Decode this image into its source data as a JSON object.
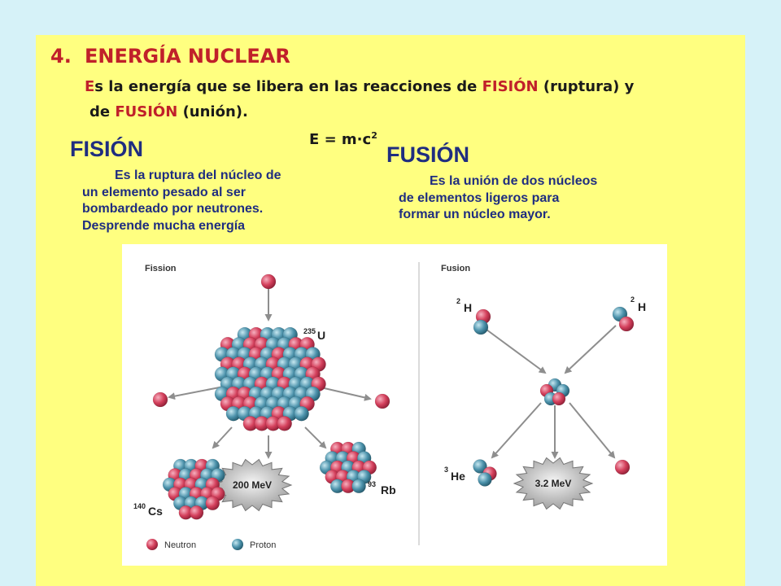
{
  "heading": {
    "number": "4.",
    "title": "ENERGÍA NUCLEAR"
  },
  "intro": {
    "line1_first_letter": "E",
    "line1_a": "s la energía que se libera en las reacciones de ",
    "line1_fission": "FISIÓN",
    "line1_b": " (ruptura) y",
    "line2_a": "de ",
    "line2_fusion": "FUSIÓN",
    "line2_b": " (unión)."
  },
  "formula": {
    "base": "E = m·c",
    "exponent": "2"
  },
  "fission": {
    "title": "FISIÓN",
    "lines": [
      "Es la ruptura del núcleo de",
      "un elemento pesado al ser",
      "bombardeado por neutrones.",
      "Desprende mucha energía"
    ]
  },
  "fusion": {
    "title": "FUSIÓN",
    "lines": [
      "Es la unión de dos núcleos",
      "de elementos ligeros para",
      "formar un núcleo mayor."
    ]
  },
  "figure": {
    "fission_label": "Fission",
    "fusion_label": "Fusion",
    "u235": {
      "mass": "235",
      "symbol": "U"
    },
    "cs140": {
      "mass": "140",
      "symbol": "Cs"
    },
    "rb93": {
      "mass": "93",
      "symbol": "Rb"
    },
    "h2_left": {
      "mass": "2",
      "symbol": "H"
    },
    "h2_right": {
      "mass": "2",
      "symbol": "H"
    },
    "he3": {
      "mass": "3",
      "symbol": "He"
    },
    "energy_fission": "200 MeV",
    "energy_fusion": "3.2 MeV",
    "legend_neutron": "Neutron",
    "legend_proton": "Proton",
    "colors": {
      "neutron": "#d4405c",
      "proton": "#4d93ac",
      "arrow": "#8e8e8e"
    }
  }
}
